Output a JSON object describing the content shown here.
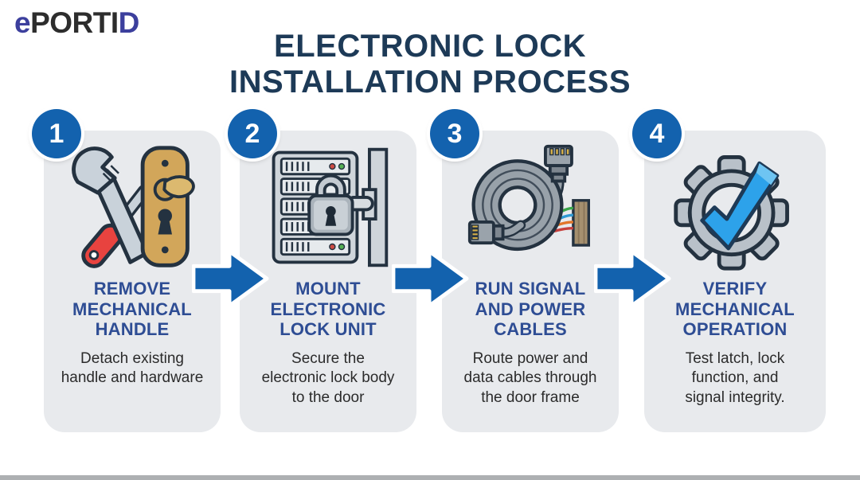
{
  "logo": {
    "e": "e",
    "mid": "PORTI",
    "d": "D"
  },
  "title": "ELECTRONIC LOCK\nINSTALLATION PROCESS",
  "steps": [
    {
      "number": "1",
      "icon": "wrench-and-door-handle-icon",
      "title": "REMOVE\nMECHANICAL\nHANDLE",
      "description": "Detach existing\nhandle and hardware"
    },
    {
      "number": "2",
      "icon": "electronic-lock-unit-icon",
      "title": "MOUNT\nELECTRONIC\nLOCK UNIT",
      "description": "Secure the\nelectronic lock body\nto the door"
    },
    {
      "number": "3",
      "icon": "network-cable-icon",
      "title": "RUN SIGNAL\nAND POWER\nCABLES",
      "description": "Route power and\ndata cables through\nthe door frame"
    },
    {
      "number": "4",
      "icon": "gear-checkmark-icon",
      "title": "VERIFY\nMECHANICAL\nOPERATION",
      "description": "Test latch, lock\nfunction, and\nsignal integrity."
    }
  ],
  "colors": {
    "accent_blue": "#1362ae",
    "step_title_blue": "#2e4d94",
    "heading_navy": "#1d3a57",
    "card_background": "#e8eaed",
    "logo_blue": "#3c3f9d",
    "logo_dark": "#2d2d2d",
    "body_text": "#2b2b2b",
    "check_blue": "#2da2ea",
    "brass": "#d2a65a",
    "tool_red": "#e8433f"
  }
}
